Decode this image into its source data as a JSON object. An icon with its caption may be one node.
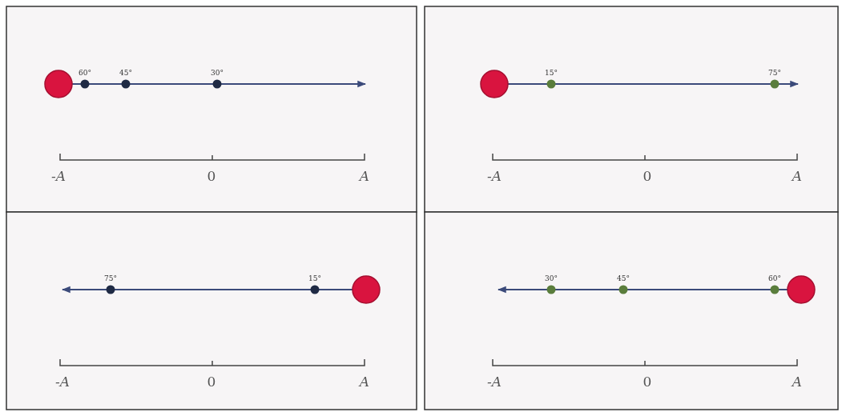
{
  "diagram": {
    "labels": [
      "60°",
      "45°",
      "30°",
      "-A",
      "0",
      "A",
      "15°",
      "75°",
      "-A",
      "0",
      "A",
      "75°",
      "15°",
      "-A",
      "0",
      "A",
      "30°",
      "45°",
      "60°",
      "-A",
      "0",
      "A"
    ]
  }
}
